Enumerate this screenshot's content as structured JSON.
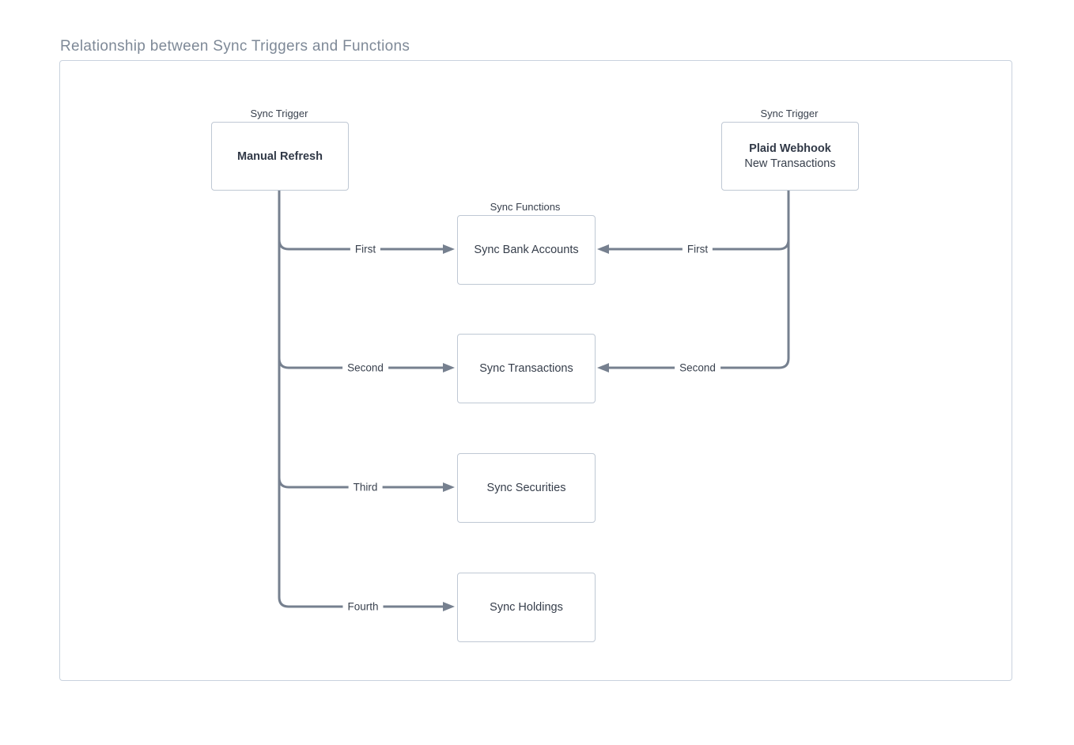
{
  "title": "Relationship between Sync Triggers and Functions",
  "colors": {
    "line": "#76808F",
    "box_border": "#BFC8D4",
    "frame_border": "#C9D2DE",
    "text": "#363E4B",
    "title_text": "#7E8997"
  },
  "triggers": [
    {
      "group_label": "Sync Trigger",
      "name": "Manual Refresh"
    },
    {
      "group_label": "Sync Trigger",
      "name": "Plaid Webhook",
      "subtitle": "New Transactions"
    }
  ],
  "functions_group_label": "Sync Functions",
  "functions": [
    "Sync Bank Accounts",
    "Sync Transactions",
    "Sync Securities",
    "Sync Holdings"
  ],
  "left_edges": [
    {
      "label": "First",
      "from": "Manual Refresh",
      "to": "Sync Bank Accounts"
    },
    {
      "label": "Second",
      "from": "Manual Refresh",
      "to": "Sync Transactions"
    },
    {
      "label": "Third",
      "from": "Manual Refresh",
      "to": "Sync Securities"
    },
    {
      "label": "Fourth",
      "from": "Manual Refresh",
      "to": "Sync Holdings"
    }
  ],
  "right_edges": [
    {
      "label": "First",
      "from": "Plaid Webhook",
      "to": "Sync Bank Accounts"
    },
    {
      "label": "Second",
      "from": "Plaid Webhook",
      "to": "Sync Transactions"
    }
  ]
}
